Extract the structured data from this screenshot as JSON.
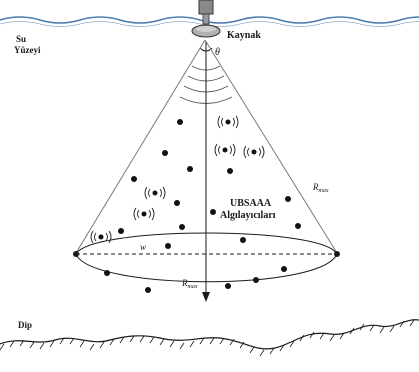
{
  "labels": {
    "surface_line1": "Su",
    "surface_line2": "Yüzeyi",
    "source": "Kaynak",
    "theta": "θ",
    "sensors_line1": "UBSAAA",
    "sensors_line2": "Algılayıcıları",
    "rmax_right_main": "R",
    "rmax_right_sub": "max",
    "rmax_center_main": "R",
    "rmax_center_sub": "max",
    "w": "w",
    "bottom": "Dip"
  },
  "colors": {
    "water_line": "#4a78b0",
    "ink": "#1a1a1a",
    "cone_line": "#7a7a7a"
  },
  "icons": {
    "source_device": "transducer-icon",
    "sensor_node": "modem-node-icon",
    "sensor_dot": "sensor-dot-icon"
  }
}
